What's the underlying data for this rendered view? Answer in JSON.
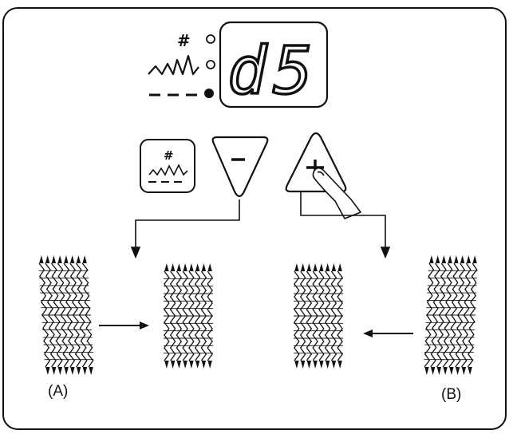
{
  "display": {
    "code": "d5",
    "indicators": [
      {
        "symbol": "#",
        "state": "off"
      },
      {
        "symbol": "zigzag",
        "state": "off"
      },
      {
        "symbol": "dash",
        "state": "on"
      }
    ]
  },
  "buttons": {
    "mode_symbol": "#",
    "minus": "−",
    "plus": "+"
  },
  "labels": {
    "a": "(A)",
    "b": "(B)"
  },
  "colors": {
    "ink": "#111111",
    "paper": "#ffffff"
  }
}
